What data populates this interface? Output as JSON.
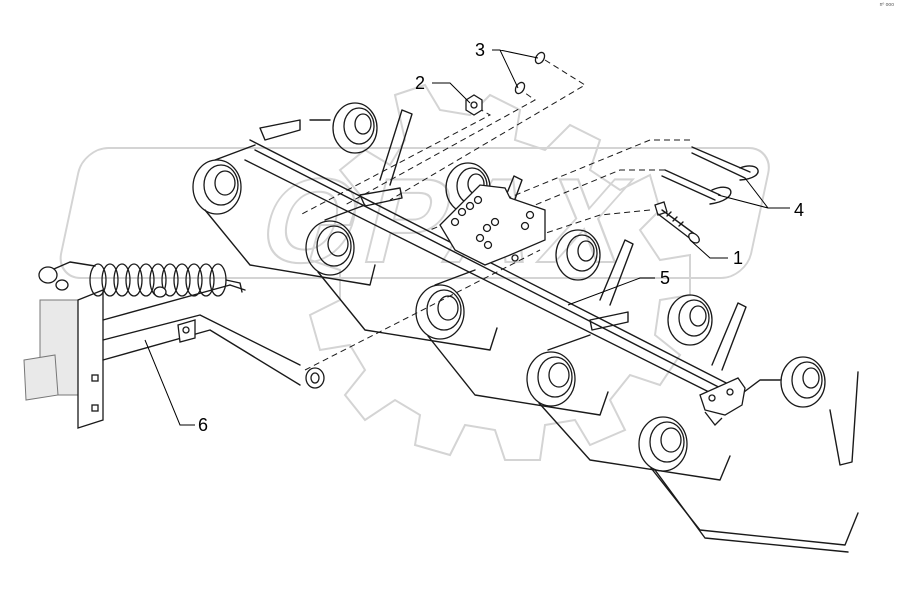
{
  "corner_code": "nº ooo",
  "watermark": {
    "text": "OPAX"
  },
  "callouts": [
    {
      "id": "1",
      "label": "1"
    },
    {
      "id": "2",
      "label": "2"
    },
    {
      "id": "3",
      "label": "3"
    },
    {
      "id": "4",
      "label": "4"
    },
    {
      "id": "5",
      "label": "5"
    },
    {
      "id": "6",
      "label": "6"
    }
  ],
  "colors": {
    "line": "#1a1a1a",
    "watermark": "#d4d4d4",
    "background": "#ffffff"
  }
}
